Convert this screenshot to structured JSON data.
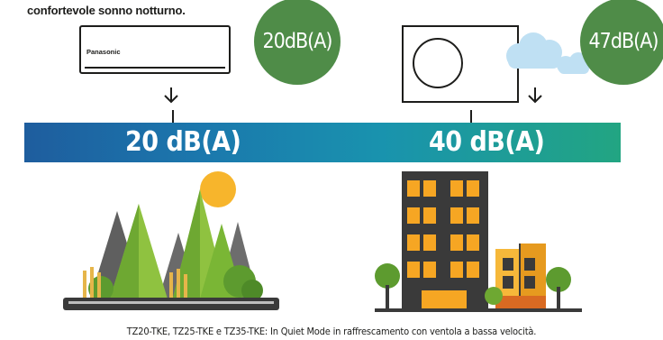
{
  "intro_text": "confortevole sonno notturno.",
  "indoor_unit": {
    "brand": "Panasonic"
  },
  "badges": {
    "indoor": "20dB(A)",
    "outdoor": "47dB(A)"
  },
  "band": {
    "left_label": "20 dB(A)",
    "right_label": "40 dB(A)"
  },
  "footnote": "TZ20-TKE, TZ25-TKE e TZ35-TKE: In Quiet Mode in raffrescamento con ventola a bassa velocità.",
  "icons": {
    "down_arrow": "down-arrow-icon",
    "cloud": "cloud-icon",
    "sun": "sun-icon"
  },
  "colors": {
    "badge_green": "#4f8c48",
    "band_start": "#1e5d9e",
    "band_end": "#22a582",
    "sun": "#f7b52c",
    "building": "#3a3a3a",
    "window": "#f6a623"
  }
}
